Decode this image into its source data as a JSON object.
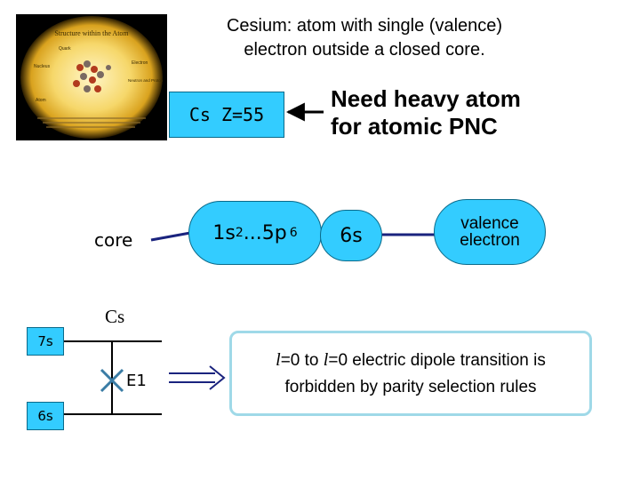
{
  "title": {
    "line1": "Cesium: atom with single (valence)",
    "line2": "electron outside a closed core."
  },
  "atom_image": {
    "caption": "Structure within the Atom",
    "labels": [
      "Quark",
      "Nucleus",
      "Electron",
      "Neutron and Proton",
      "Atom"
    ]
  },
  "cs_box": {
    "label": "Cs Z=55"
  },
  "need_note": {
    "line1": "Need heavy atom",
    "line2": "for atomic PNC"
  },
  "shells": {
    "core_label": "core",
    "core_config": {
      "base1": "1s",
      "sup1": "2",
      "mid": "...5p",
      "sup2": "6"
    },
    "valence_orbital": "6s",
    "valence_label": {
      "line1": "valence",
      "line2": "electron"
    }
  },
  "levels": {
    "atom": "Cs",
    "upper": "7s",
    "lower": "6s",
    "transition": "E1"
  },
  "rule": {
    "l1": "l",
    "seg1": "=0 to ",
    "l2": "l",
    "seg2": "=0 electric dipole transition is",
    "line2": "forbidden by parity selection rules"
  },
  "colors": {
    "box_fill": "#33ccff",
    "box_border": "#0a6a8a",
    "connector": "#1a237e",
    "rule_border": "#9fd9e8",
    "cross": "#3a7ca5"
  }
}
